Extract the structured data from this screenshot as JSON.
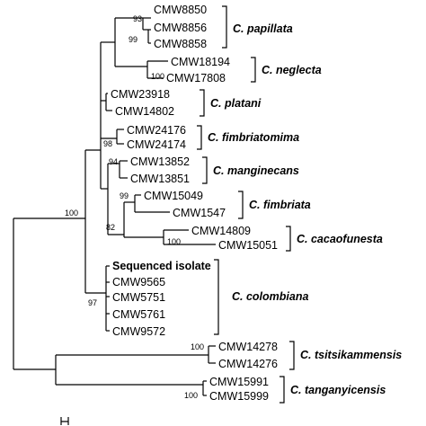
{
  "tree": {
    "taxa": {
      "t1": "CMW8850",
      "t2": "CMW8856",
      "t3": "CMW8858",
      "t4": "CMW18194",
      "t5": "CMW17808",
      "t6": "CMW23918",
      "t7": "CMW14802",
      "t8": "CMW24176",
      "t9": "CMW24174",
      "t10": "CMW13852",
      "t11": "CMW13851",
      "t12": "CMW15049",
      "t13": "CMW1547",
      "t14": "CMW14809",
      "t15": "CMW15051",
      "t16": "Sequenced isolate",
      "t17": "CMW9565",
      "t18": "CMW5751",
      "t19": "CMW5761",
      "t20": "CMW9572",
      "t21": "CMW14278",
      "t22": "CMW14276",
      "t23": "CMW15991",
      "t24": "CMW15999"
    },
    "species": {
      "papillata": "C. papillata",
      "neglecta": "C. neglecta",
      "platani": "C. platani",
      "fimbriatomima": "C. fimbriatomima",
      "manginecans": "C. manginecans",
      "fimbriata": "C. fimbriata",
      "cacaofunesta": "C. cacaofunesta",
      "colombiana": "C. colombiana",
      "tsitsikammensis": "C. tsitsikammensis",
      "tanganyicensis": "C. tanganyicensis"
    },
    "bootstrap": {
      "b93": "93",
      "b99a": "99",
      "b100a": "100",
      "b98": "98",
      "b94": "94",
      "b99b": "99",
      "b82": "82",
      "b100b": "100",
      "b100c": "100",
      "b97": "97",
      "b100d": "100",
      "b100e": "100"
    }
  }
}
